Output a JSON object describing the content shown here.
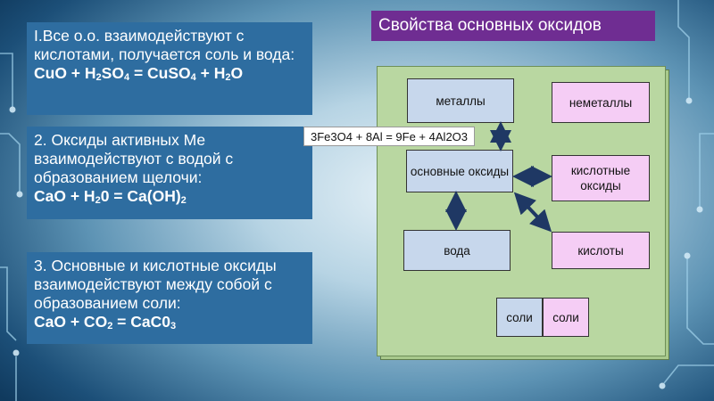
{
  "slide": {
    "title": "Свойства основных оксидов",
    "colors": {
      "text_box": "#2e6da0",
      "title_banner": "#6f2d92",
      "diagram": "#b9d7a1",
      "node_blue": "#c7d7ec",
      "node_pink": "#f5cdf5",
      "arrow": "#1f3864"
    }
  },
  "box1": {
    "text": "I.Все о.о. взаимодействуют с кислотами, получается соль и вода:",
    "formula": {
      "p1": "CuO + H",
      "s1": "2",
      "p2": "SO",
      "s2": "4",
      "p3": " = CuSO",
      "s3": "4",
      "p4": " + H",
      "s4": "2",
      "p5": "O"
    }
  },
  "box2": {
    "text": "2. Оксиды активных Ме взаимодействуют с водой с образованием щелочи:",
    "formula": {
      "p1": "CaO + H",
      "s1": "2",
      "p2": "0 = Ca(OH)",
      "s2": "2"
    }
  },
  "box3": {
    "text": "3. Основные и кислотные оксиды взаимодействуют между собой с образованием соли:",
    "formula": {
      "p1": "CaO + CO",
      "s1": "2",
      "p2": " = CaC0",
      "s2": "3"
    }
  },
  "diagram": {
    "metals": "металлы",
    "nonmetals": "неметаллы",
    "basic_oxides": "основные оксиды",
    "acidic_oxides": "кислотные оксиды",
    "water": "вода",
    "acids": "кислоты",
    "salt_left": "соли",
    "salt_right": "соли"
  },
  "reaction": {
    "p1": "3Fe",
    "s1": "3",
    "p2": "O",
    "s2": "4",
    "p3": " + 8Al = 9Fe + 4Al",
    "s3": "2",
    "p4": "O",
    "s4": "3"
  }
}
